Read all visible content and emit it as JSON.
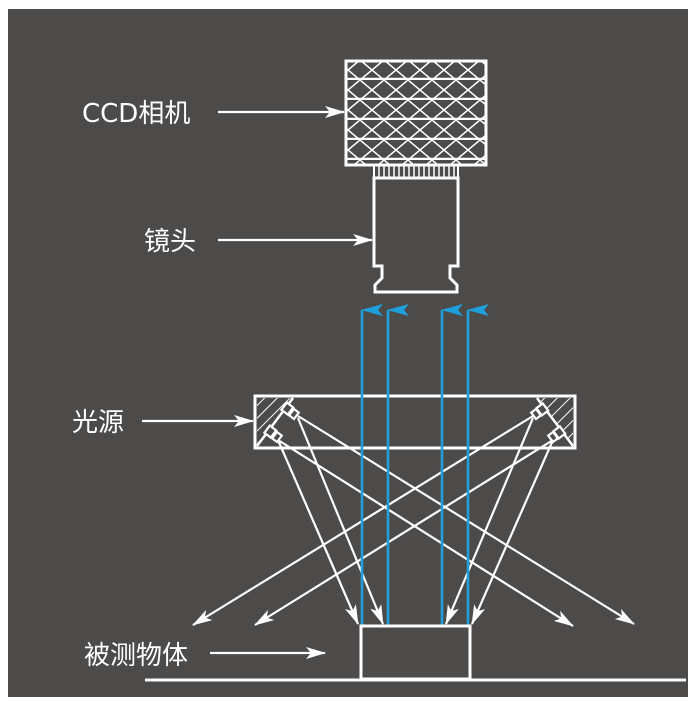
{
  "title": "CCD vision inspection setup with ring light source",
  "colors": {
    "background": "#4d4a4a",
    "line": "#ffffff",
    "optical_ray": "#1ea0dc"
  },
  "labels": {
    "camera": "CCD相机",
    "lens": "镜头",
    "light_source": "光源",
    "object": "被测物体"
  },
  "components": [
    {
      "id": "camera",
      "name": "CCD相机",
      "pattern": "cross-hatch"
    },
    {
      "id": "lens",
      "name": "镜头"
    },
    {
      "id": "light_source",
      "name": "光源",
      "type": "ring light with angled LEDs"
    },
    {
      "id": "object",
      "name": "被测物体"
    }
  ],
  "rays": {
    "reflected_to_lens_count": 4,
    "scattered_count": 8
  }
}
